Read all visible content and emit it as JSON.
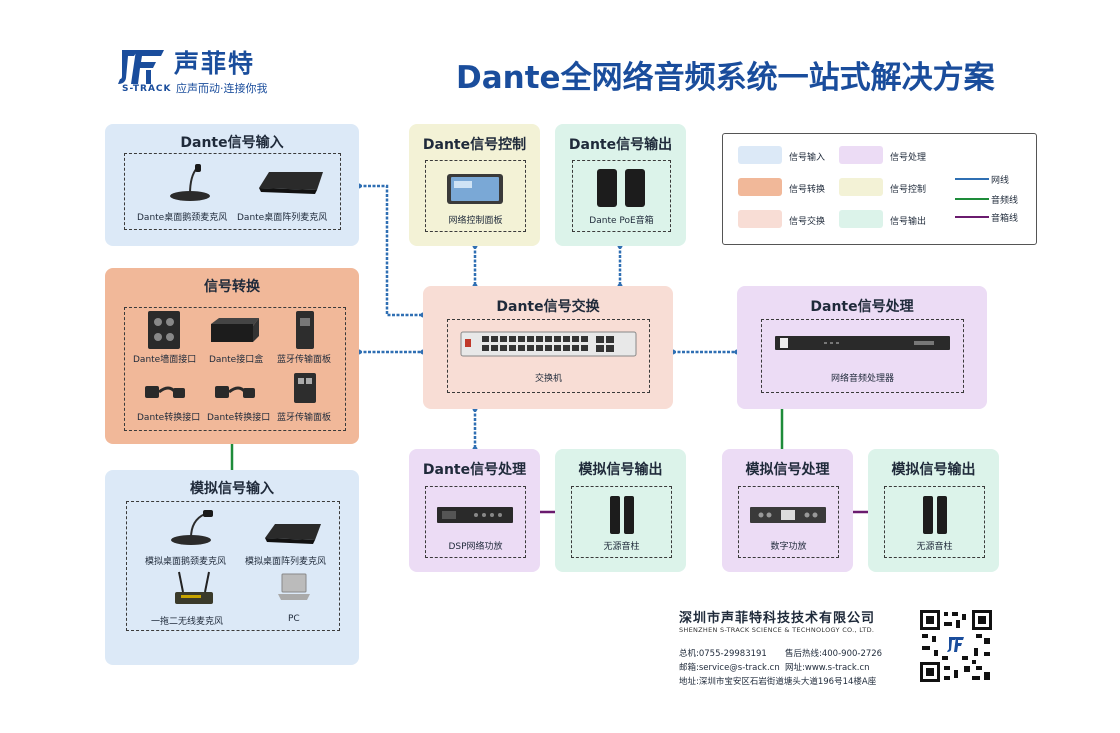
{
  "brand": {
    "name_cn": "声菲特",
    "name_en": "S-TRACK",
    "slogan": "应声而动·连接你我",
    "color": "#1a4d9c"
  },
  "title": "Dante全网络音频系统一站式解决方案",
  "panels": {
    "dante_input": {
      "title": "Dante信号输入",
      "items": [
        "Dante桌面鹅颈麦克风",
        "Dante桌面阵列麦克风"
      ]
    },
    "dante_control": {
      "title": "Dante信号控制",
      "items": [
        "网络控制面板"
      ]
    },
    "dante_output": {
      "title": "Dante信号输出",
      "items": [
        "Dante PoE音箱"
      ]
    },
    "conversion": {
      "title": "信号转换",
      "items": [
        "Dante墙面接口",
        "Dante接口盒",
        "蓝牙传输面板",
        "Dante转换接口",
        "Dante转换接口",
        "蓝牙传输面板"
      ]
    },
    "switch": {
      "title": "Dante信号交换",
      "items": [
        "交换机"
      ]
    },
    "dante_processing": {
      "title": "Dante信号处理",
      "items": [
        "网络音频处理器"
      ]
    },
    "analog_input": {
      "title": "模拟信号输入",
      "items": [
        "模拟桌面鹅颈麦克风",
        "模拟桌面阵列麦克风",
        "一拖二无线麦克风",
        "PC"
      ]
    },
    "dante_processing_2": {
      "title": "Dante信号处理",
      "items": [
        "DSP网络功放"
      ]
    },
    "analog_output_1": {
      "title": "模拟信号输出",
      "items": [
        "无源音柱"
      ]
    },
    "analog_processing": {
      "title": "模拟信号处理",
      "items": [
        "数字功放"
      ]
    },
    "analog_output_2": {
      "title": "模拟信号输出",
      "items": [
        "无源音柱"
      ]
    }
  },
  "legend": {
    "swatches": [
      {
        "label": "信号输入",
        "color": "#dce9f7"
      },
      {
        "label": "信号处理",
        "color": "#ecdcf5"
      },
      {
        "label": "信号转换",
        "color": "#f1b899"
      },
      {
        "label": "信号控制",
        "color": "#f3f2d6"
      },
      {
        "label": "信号交换",
        "color": "#f8ddd5"
      },
      {
        "label": "信号输出",
        "color": "#dcf3ea"
      }
    ],
    "lines": [
      {
        "label": "网线",
        "color": "#2f6fb3"
      },
      {
        "label": "音频线",
        "color": "#1e8c3a"
      },
      {
        "label": "音箱线",
        "color": "#6a1b6e"
      }
    ]
  },
  "company": {
    "name_cn": "深圳市声菲特科技技术有限公司",
    "name_en": "SHENZHEN S-TRACK SCIENCE & TECHNOLOGY CO., LTD.",
    "tel": "总机:0755-29983191",
    "hotline": "售后热线:400-900-2726",
    "email": "邮箱:service@s-track.cn",
    "website": "网址:www.s-track.cn",
    "address": "地址:深圳市宝安区石岩街道塘头大道196号14楼A座"
  }
}
